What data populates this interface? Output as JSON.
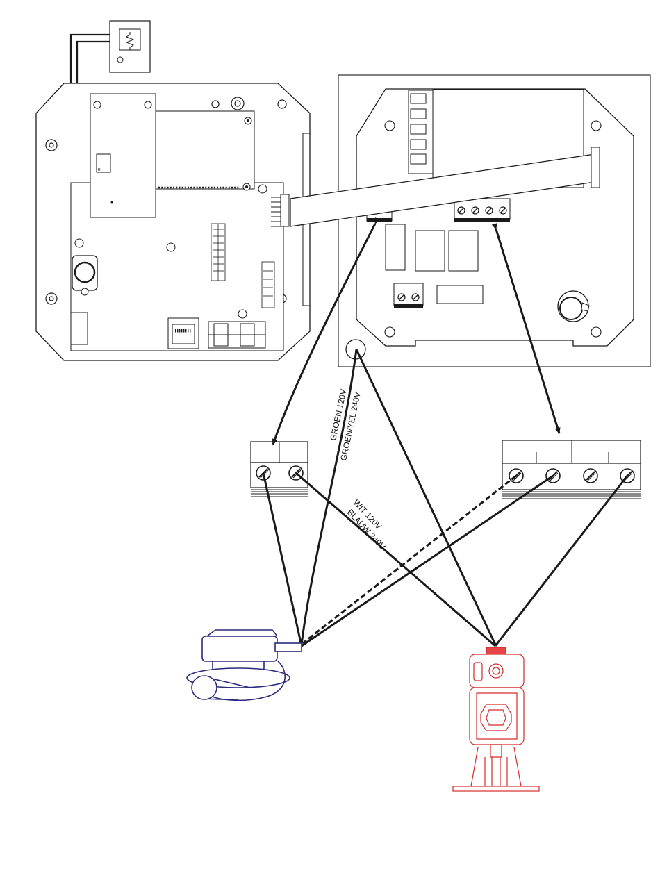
{
  "labels": {
    "green_120": "GROEN 120V",
    "green_yellow_240": "GROEN/YEL 240V",
    "white_120": "WIT 120V",
    "blue_240": "BLAUW 240V"
  },
  "colors": {
    "line": "#1a1a1a",
    "motor": "#2a2a7a",
    "pump": "#d42b2b",
    "pump_fill": "#e64545"
  },
  "icons": [
    "sensor-icon",
    "flow-switch-icon",
    "metering-pump-icon",
    "terminal-screw-icon"
  ]
}
